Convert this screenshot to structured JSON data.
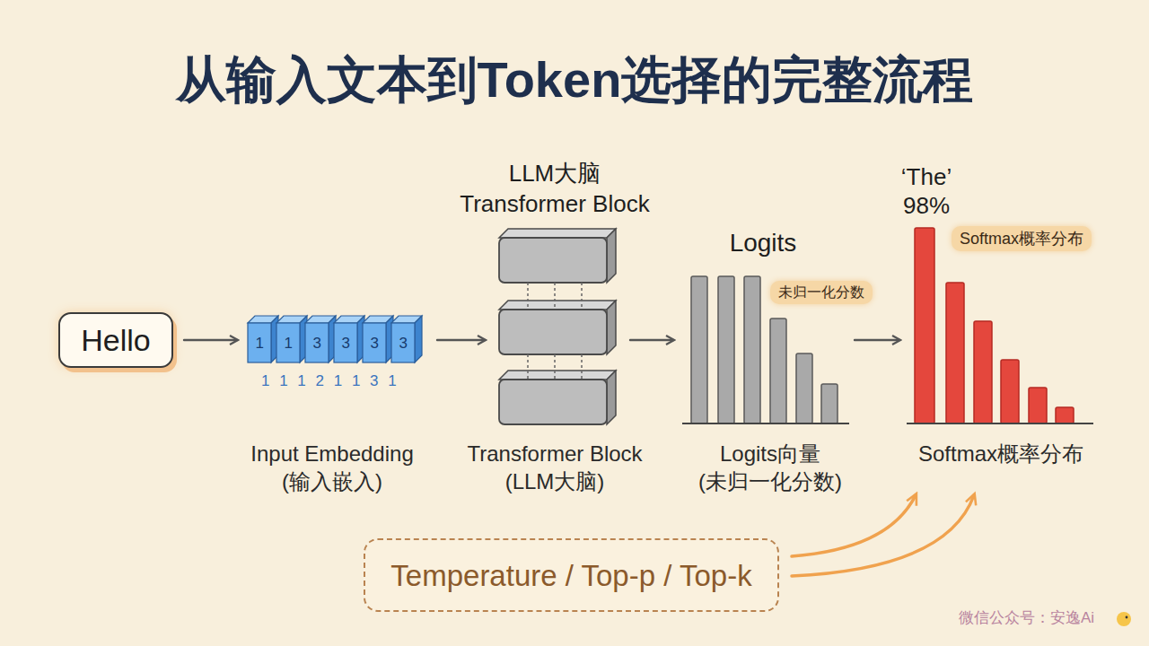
{
  "diagram": {
    "title": "从输入文本到Token选择的完整流程",
    "nodes": [
      {
        "text": [
          "Hello"
        ]
      },
      {
        "text": [
          "Input Embedding (输入嵌入)"
        ]
      },
      {
        "text": [
          "LLM大脑 Transformer Block",
          "Transformer Block (LLM大脑)"
        ]
      },
      {
        "text": [
          "Logits",
          "未归一化分数",
          "Logits向量 (未归一化分数)"
        ]
      },
      {
        "text": [
          "‘The’ 98%",
          "Softmax概率分布",
          "Softmax概率分布"
        ]
      },
      {
        "text": [
          "Temperature / Top-p / Top-k"
        ]
      }
    ],
    "edges": [
      {
        "from": 0,
        "to": 1,
        "arrow": "to"
      },
      {
        "from": 1,
        "to": 2,
        "arrow": "to"
      },
      {
        "from": 2,
        "to": 3,
        "arrow": "to"
      },
      {
        "from": 3,
        "to": 4,
        "arrow": "to"
      },
      {
        "from": 5,
        "to": 4,
        "arrow": "to"
      },
      {
        "from": 5,
        "to": 4,
        "arrow": "to"
      }
    ],
    "labels": [
      "1",
      "1",
      "3",
      "3",
      "3",
      "3",
      "1 1 1 2 1 1 3 1",
      "微信公众号：安逸Ai"
    ]
  }
}
